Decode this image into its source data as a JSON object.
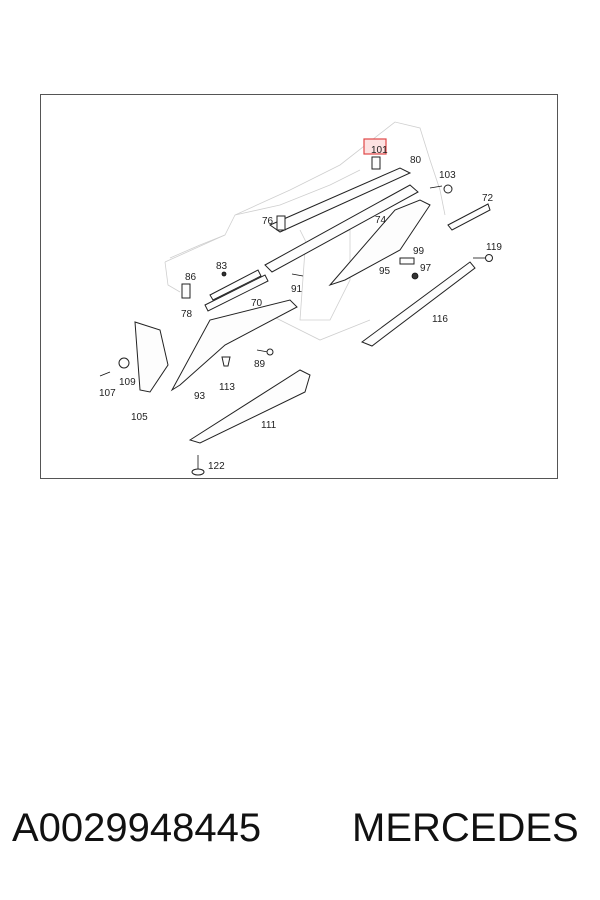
{
  "diagram": {
    "highlighted_part": "101",
    "part_labels": [
      "101",
      "80",
      "103",
      "72",
      "76",
      "74",
      "99",
      "119",
      "86",
      "83",
      "97",
      "91",
      "95",
      "78",
      "70",
      "116",
      "89",
      "107",
      "109",
      "113",
      "93",
      "105",
      "111",
      "122"
    ]
  },
  "caption": {
    "part_number": "A0029948445",
    "brand": "MERCEDES"
  }
}
